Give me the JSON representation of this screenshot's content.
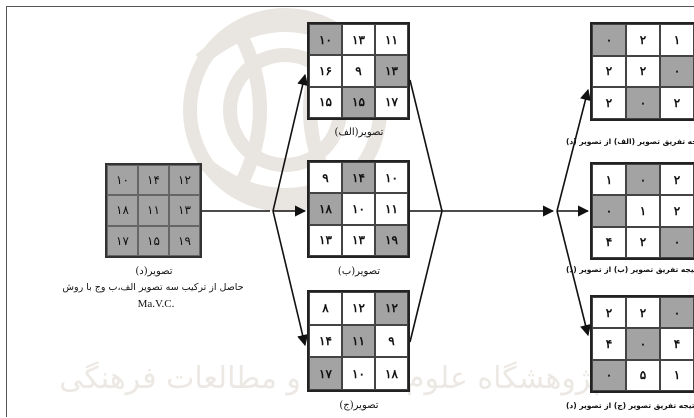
{
  "source": {
    "cells": [
      [
        "۱۰",
        "۱۴",
        "۱۲"
      ],
      [
        "۱۸",
        "۱۱",
        "۱۳"
      ],
      [
        "۱۷",
        "۱۵",
        "۱۹"
      ]
    ],
    "caption": "تصویر(د)",
    "note": "حاصل از ترکیب سه تصویر الف،ب وج با روش",
    "method": "Ma.V.C."
  },
  "images": [
    {
      "id": "alef",
      "caption": "تصویر(الف)",
      "cells": [
        [
          "۱۰",
          "۱۳",
          "۱۱"
        ],
        [
          "۱۶",
          "۹",
          "۱۳"
        ],
        [
          "۱۵",
          "۱۵",
          "۱۷"
        ]
      ],
      "shaded": [
        [
          true,
          false,
          false
        ],
        [
          false,
          false,
          true
        ],
        [
          false,
          true,
          false
        ]
      ]
    },
    {
      "id": "be",
      "caption": "تصویر(ب)",
      "cells": [
        [
          "۹",
          "۱۴",
          "۱۰"
        ],
        [
          "۱۸",
          "۱۰",
          "۱۱"
        ],
        [
          "۱۳",
          "۱۳",
          "۱۹"
        ]
      ],
      "shaded": [
        [
          false,
          true,
          false
        ],
        [
          true,
          false,
          false
        ],
        [
          false,
          false,
          true
        ]
      ]
    },
    {
      "id": "jim",
      "caption": "تصویر(ج)",
      "cells": [
        [
          "۸",
          "۱۲",
          "۱۲"
        ],
        [
          "۱۴",
          "۱۱",
          "۹"
        ],
        [
          "۱۷",
          "۱۰",
          "۱۸"
        ]
      ],
      "shaded": [
        [
          false,
          false,
          true
        ],
        [
          false,
          true,
          false
        ],
        [
          true,
          false,
          false
        ]
      ]
    }
  ],
  "results": [
    {
      "id": "diff-alef",
      "caption": "نتیجه تفریق تصویر (الف) از تصویر (د)",
      "cells": [
        [
          "۰",
          "۲",
          "۱"
        ],
        [
          "۲",
          "۲",
          "۰"
        ],
        [
          "۲",
          "۰",
          "۲"
        ]
      ],
      "shaded": [
        [
          true,
          false,
          false
        ],
        [
          false,
          false,
          true
        ],
        [
          false,
          true,
          false
        ]
      ]
    },
    {
      "id": "diff-be",
      "caption": "نتیجه تفریق تصویر (ب) از تصویر (د)",
      "cells": [
        [
          "۱",
          "۰",
          "۲"
        ],
        [
          "۰",
          "۱",
          "۲"
        ],
        [
          "۴",
          "۲",
          "۰"
        ]
      ],
      "shaded": [
        [
          false,
          true,
          false
        ],
        [
          true,
          false,
          false
        ],
        [
          false,
          false,
          true
        ]
      ]
    },
    {
      "id": "diff-jim",
      "caption": "نتیجه تفریق تصویر (ج) از تصویر (د)",
      "cells": [
        [
          "۲",
          "۲",
          "۰"
        ],
        [
          "۴",
          "۰",
          "۴"
        ],
        [
          "۰",
          "۵",
          "۱"
        ]
      ],
      "shaded": [
        [
          false,
          false,
          true
        ],
        [
          false,
          true,
          false
        ],
        [
          true,
          false,
          false
        ]
      ]
    }
  ]
}
